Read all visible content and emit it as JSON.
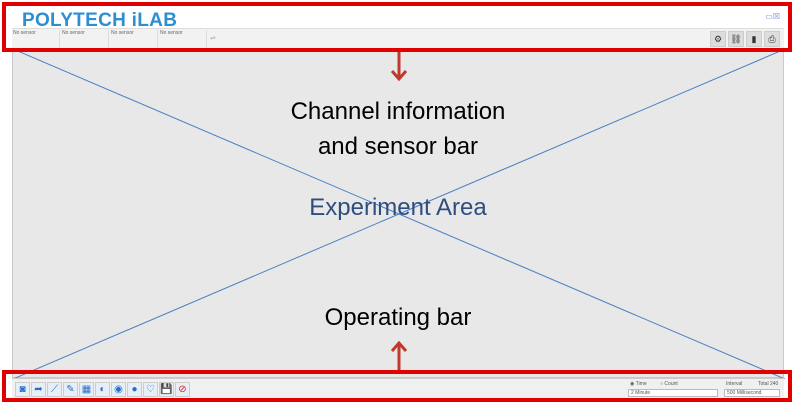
{
  "app": {
    "logo": "POLYTECH iLAB",
    "window_controls": "▭☒"
  },
  "sensors": [
    "No sensor",
    "No sensor",
    "No sensor",
    "No sensor"
  ],
  "usb_icon": "usb-icon",
  "top_icons": [
    "⚙",
    "⛓",
    "▮",
    "⎙"
  ],
  "annotations": {
    "channel": "Channel information",
    "channel2": "and sensor bar",
    "experiment": "Experiment Area",
    "operating": "Operating bar"
  },
  "bottom_icons": [
    "◙",
    "➦",
    "⟋",
    "✎",
    "▦",
    "◐",
    "◉",
    "●",
    "♡",
    "💾",
    "⊘"
  ],
  "controls": {
    "time": "Time",
    "count": "Count",
    "duration": "2 Minute",
    "interval_label": "Interval",
    "total": "Total 240",
    "interval": "500 Millisecond"
  },
  "colors": {
    "frame": "#e00000",
    "arrow": "#c0392b",
    "logo": "#2d8fd0"
  }
}
